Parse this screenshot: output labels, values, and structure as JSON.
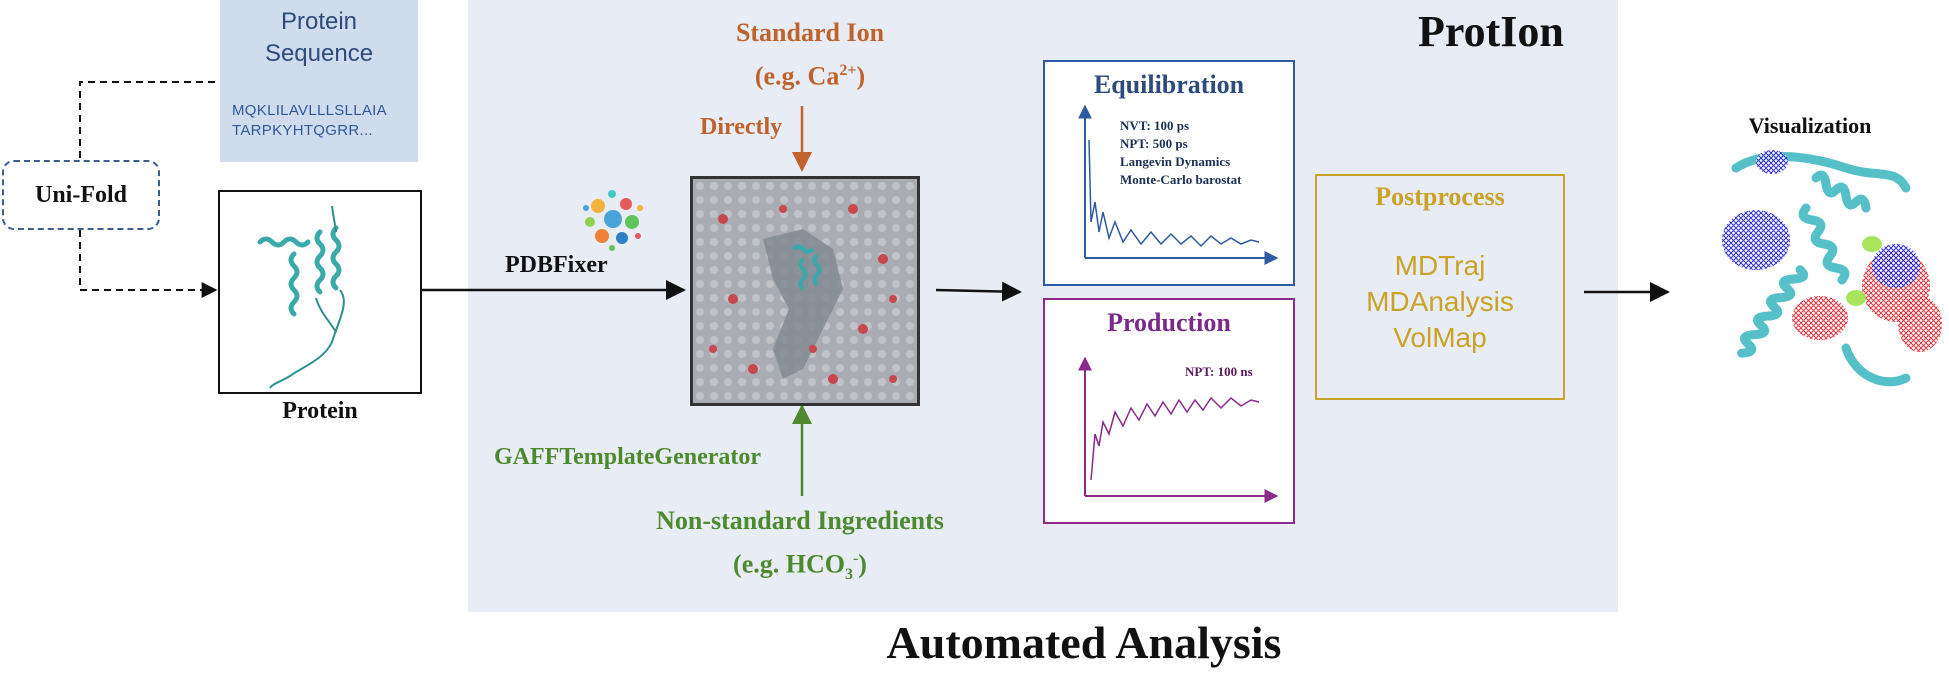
{
  "title": "ProtIon",
  "bottom_title": "Automated Analysis",
  "sequence": {
    "title_line1": "Protein",
    "title_line2": "Sequence",
    "line1": "MQKLILAVLLLSLLAIA",
    "line2": "TARPKYHTQGRR..."
  },
  "unifold": "Uni-Fold",
  "protein_label": "Protein",
  "pdbfixer": "PDBFixer",
  "standard_ion": {
    "line1": "Standard Ion",
    "line2_prefix": "(e.g. Ca",
    "line2_sup": "2+",
    "line2_suffix": ")"
  },
  "directly": "Directly",
  "gaff": "GAFFTemplateGenerator",
  "nonstandard": {
    "line1": "Non-standard Ingredients",
    "line2_prefix": "(e.g. HCO",
    "line2_sub": "3",
    "line2_sup": "-",
    "line2_suffix": ")"
  },
  "equilibration": {
    "title": "Equilibration",
    "params": [
      "NVT: 100 ps",
      "NPT: 500 ps",
      "Langevin Dynamics",
      "Monte-Carlo barostat"
    ]
  },
  "production": {
    "title": "Production",
    "params": "NPT: 100 ns"
  },
  "postprocess": {
    "title": "Postprocess",
    "tools": [
      "MDTraj",
      "MDAnalysis",
      "VolMap"
    ]
  },
  "visualization": "Visualization",
  "colors": {
    "panel": "#e8edf5",
    "orange": "#c0622b",
    "green": "#4d8a2e",
    "blue": "#2d5aa0",
    "purple": "#8a2a8a",
    "gold": "#c9a227",
    "teal": "#39a9a9"
  }
}
